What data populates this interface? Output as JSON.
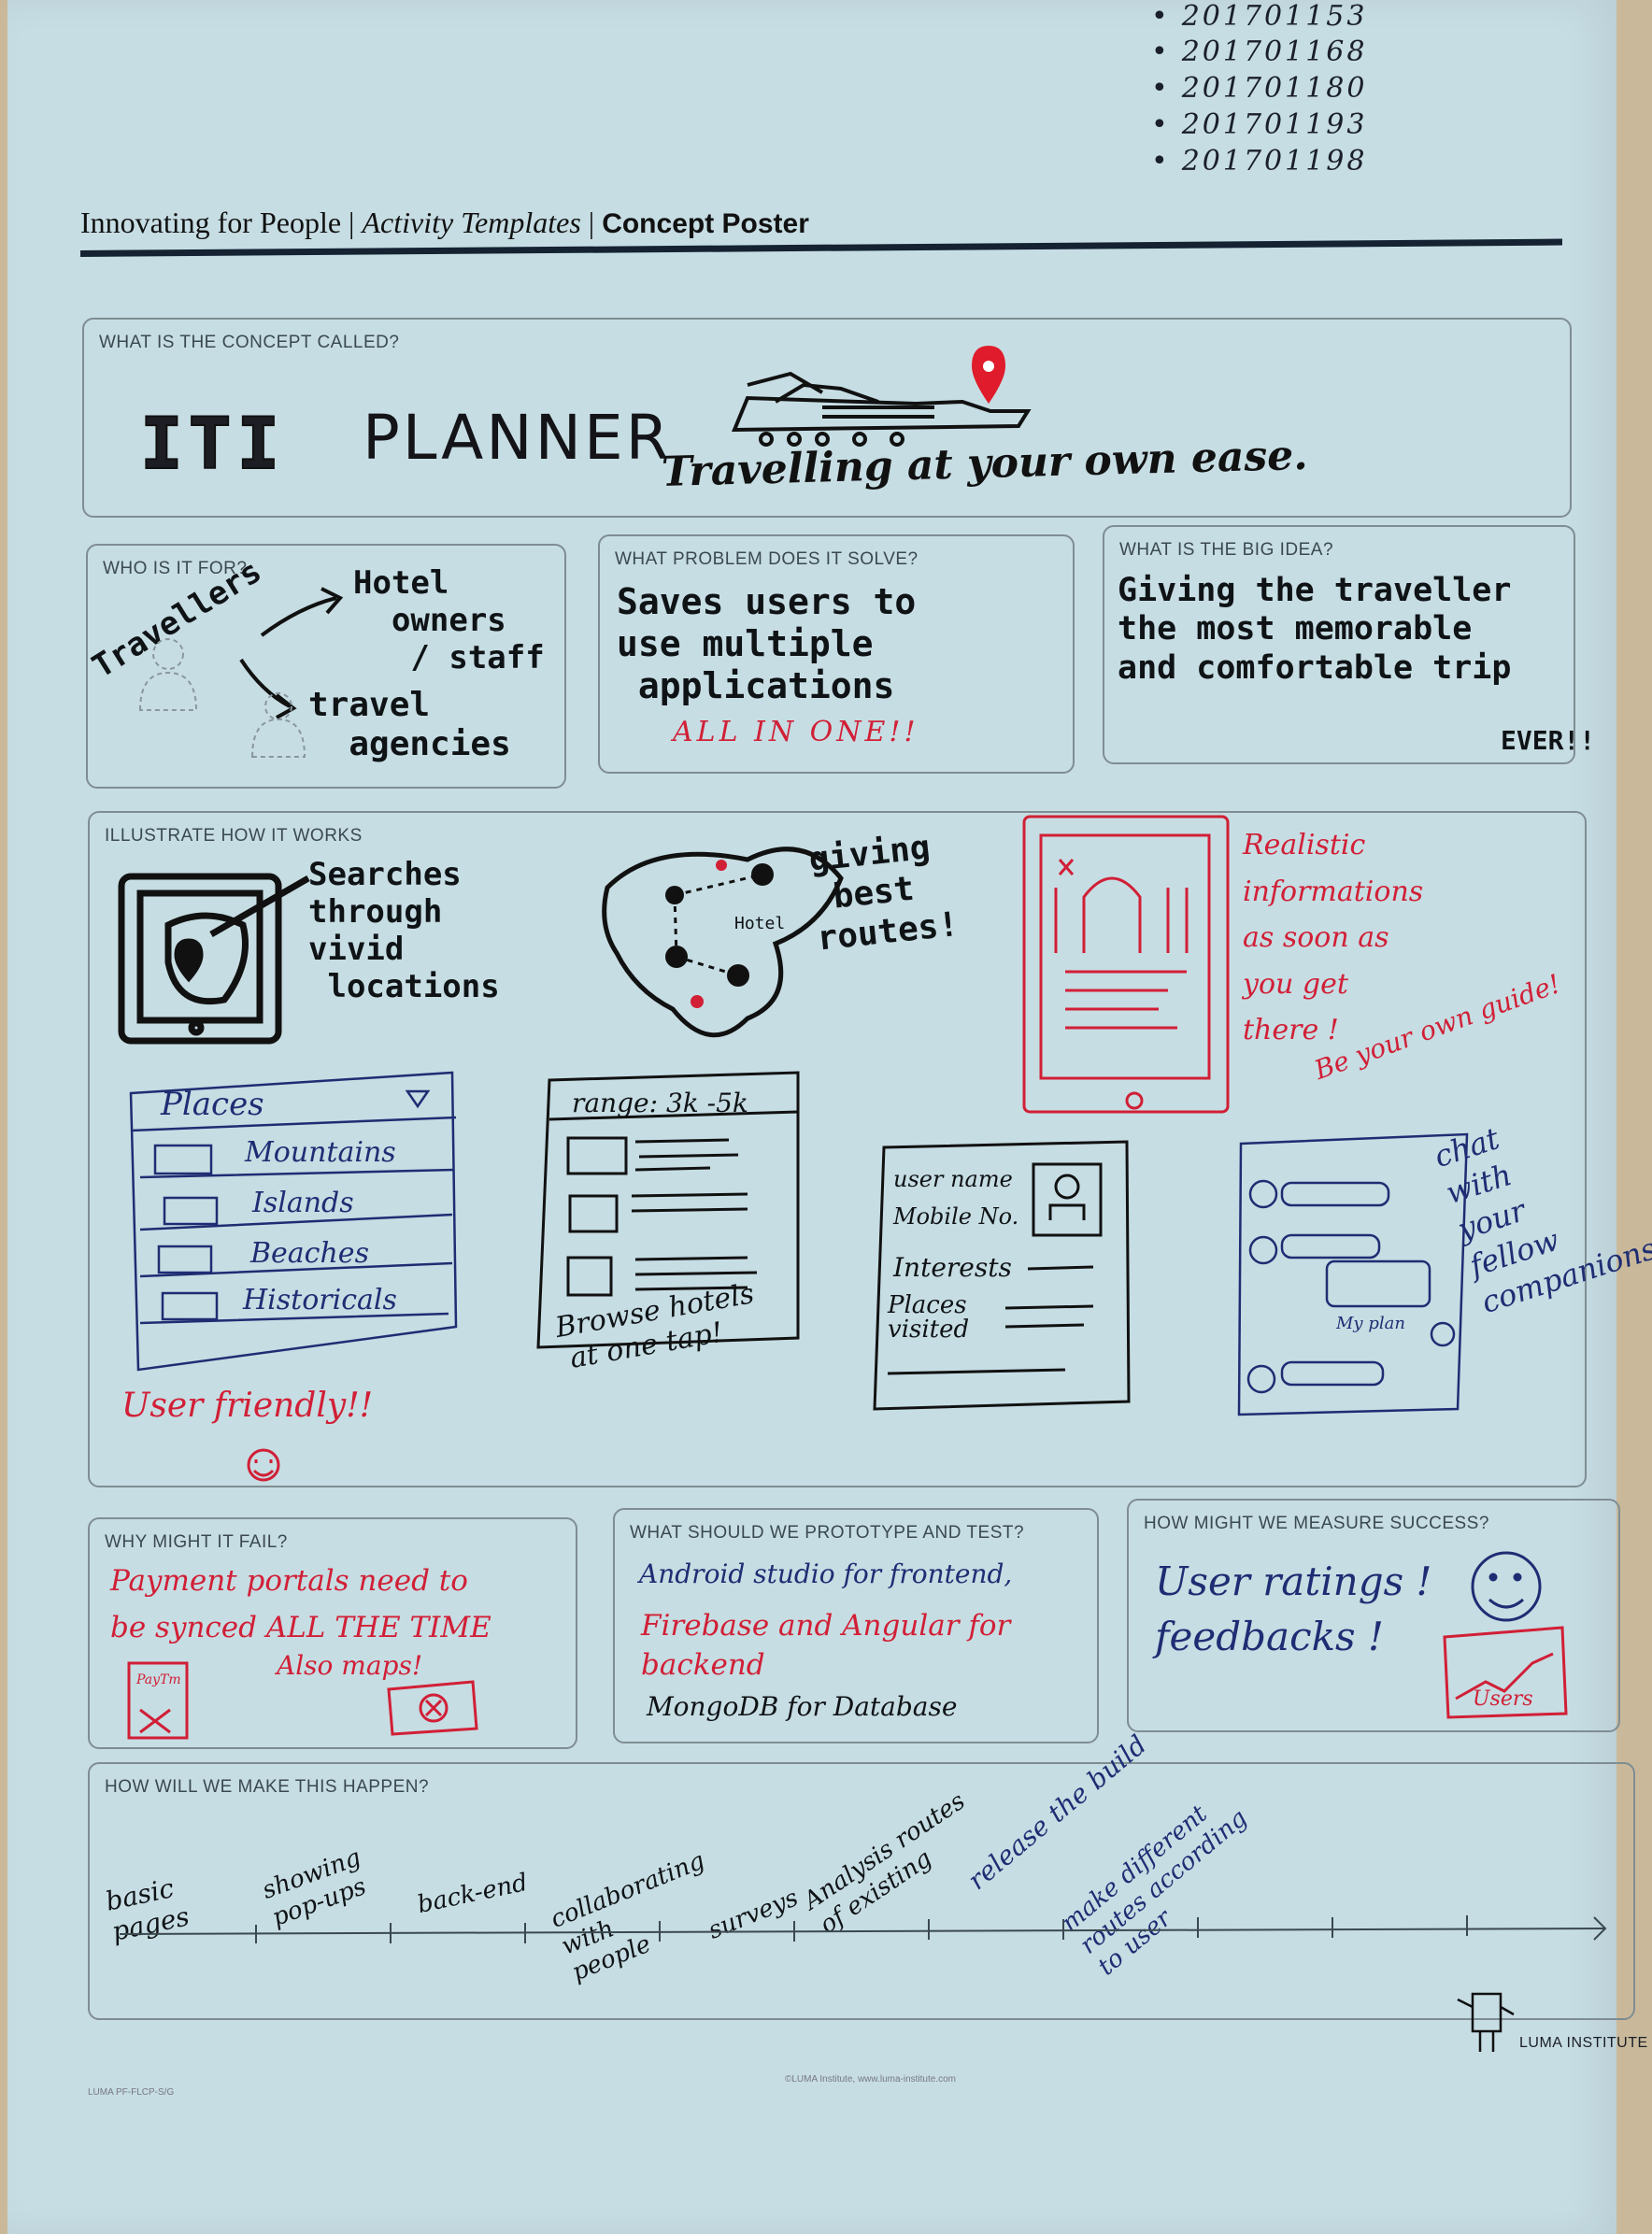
{
  "ids": [
    "201701153",
    "201701168",
    "201701180",
    "201701193",
    "201701198"
  ],
  "header": {
    "org": "Innovating for People",
    "section": "Activity Templates",
    "doc": "Concept Poster"
  },
  "concept": {
    "label": "WHAT IS THE CONCEPT CALLED?",
    "name_part1": "ITI",
    "name_part2": "PLANNER",
    "tagline": "Travelling at your own ease."
  },
  "who": {
    "label": "WHO IS IT FOR?",
    "source": "Travellers",
    "target1": "Hotel\n  owners\n   / staff",
    "target2": "travel\n  agencies"
  },
  "problem": {
    "label": "WHAT PROBLEM DOES IT SOLVE?",
    "text": "Saves users to\nuse multiple\n applications",
    "highlight": "ALL IN ONE!!"
  },
  "big_idea": {
    "label": "WHAT IS THE BIG IDEA?",
    "text": "Giving the traveller\nthe most memorable\nand comfortable trip",
    "ever": "EVER!!"
  },
  "illustrate": {
    "label": "ILLUSTRATE HOW IT WORKS",
    "searches": "Searches\nthrough\nvivid\n locations",
    "routes": "giving\n best\nroutes!",
    "hotel_marker": "Hotel",
    "realistic": "Realistic\ninformations\nas soon as\nyou get\nthere !",
    "guide": "Be your own guide!",
    "places_header": "Places",
    "places": [
      "Mountains",
      "Islands",
      "Beaches",
      "Historicals"
    ],
    "user_friendly": "User friendly!!",
    "range": "range: 3k -5k",
    "browse": "Browse hotels\n at one tap!",
    "profile_fields": [
      "user name",
      "Mobile No.",
      "Interests",
      "Places\nvisited"
    ],
    "chat": "chat\nwith\nyour\nfellow\ncompanions",
    "my_plan": "My plan"
  },
  "fail": {
    "label": "WHY MIGHT IT FAIL?",
    "text": "Payment portals need to\nbe synced ALL THE TIME",
    "maps": "Also maps!",
    "paytm": "PayTm"
  },
  "prototype": {
    "label": "WHAT SHOULD WE PROTOTYPE AND TEST?",
    "line1": "Android studio for frontend,",
    "line2": "Firebase and Angular for",
    "line3": "backend",
    "line4": "MongoDB for Database"
  },
  "measure": {
    "label": "HOW MIGHT WE MEASURE SUCCESS?",
    "text": "User ratings !\nfeedbacks !",
    "users": "Users"
  },
  "happen": {
    "label": "HOW WILL WE MAKE THIS HAPPEN?",
    "steps": [
      "basic\npages",
      "showing\npop-ups",
      "back-end",
      "collaborating\nwith\npeople",
      "surveys",
      "Analysis routes\nof existing",
      "release the build",
      "make different\nroutes according\nto user"
    ]
  },
  "footer": {
    "brand": "LUMA INSTITUTE",
    "left_code": "LUMA PF-FLCP-S/G",
    "center": "©LUMA Institute, www.luma-institute.com"
  }
}
